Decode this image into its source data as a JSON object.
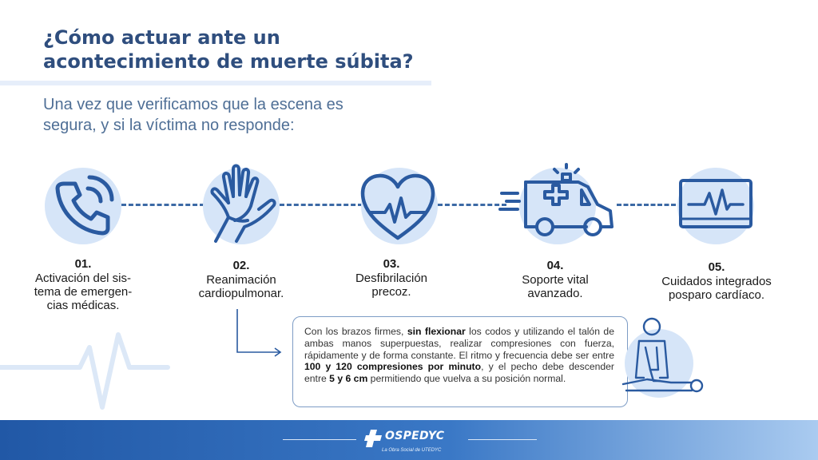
{
  "header": {
    "title": "¿Cómo actuar ante un\nacontecimiento de muerte súbita?",
    "subtitle": "Una vez que verificamos que la escena es\nsegura, y si la víctima no responde:"
  },
  "steps": [
    {
      "number": "01.",
      "label": "Activación del sis-\ntema de emergen-\ncias médicas.",
      "icon": "phone-icon"
    },
    {
      "number": "02.",
      "label": "Reanimación\ncardiopulmonar.",
      "icon": "hands-cpr-icon"
    },
    {
      "number": "03.",
      "label": "Desfibrilación\nprecoz.",
      "icon": "heart-pulse-icon"
    },
    {
      "number": "04.",
      "label": "Soporte vital\navanzado.",
      "icon": "ambulance-icon"
    },
    {
      "number": "05.",
      "label": "Cuidados integrados\nposparo cardíaco.",
      "icon": "monitor-pulse-icon"
    }
  ],
  "detail": {
    "t1": "Con los brazos firmes, ",
    "b1": "sin flexionar",
    "t2": " los codos y utilizando el talón de ambas manos superpuestas, realizar compresiones con fuerza, rápidamente y de forma constante. El ritmo y frecuencia debe ser entre ",
    "b2": "100 y 120 compresiones por minuto",
    "t3": ", y el pecho debe descender entre ",
    "b3": "5 y 6 cm",
    "t4": " permitiendo que vuelva a su posición normal."
  },
  "footer": {
    "brand": "OSPEDYC",
    "tagline": "La Obra Social de UTEDYC"
  },
  "colors": {
    "primary": "#2f4e7e",
    "icon_stroke": "#2a5aa0",
    "circle_fill": "#d6e5f8",
    "footer_start": "#2158a6",
    "footer_end": "#aacbf0"
  }
}
